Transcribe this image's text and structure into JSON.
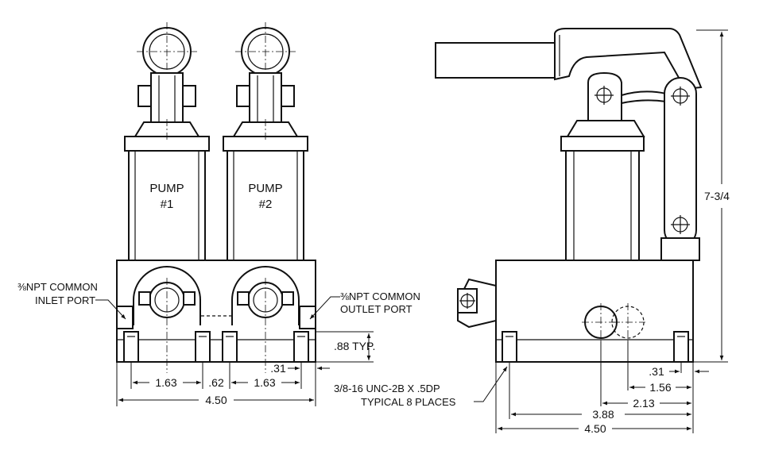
{
  "left_view": {
    "pump1_label_line1": "PUMP",
    "pump1_label_line2": "#1",
    "pump2_label_line1": "PUMP",
    "pump2_label_line2": "#2",
    "inlet_label_line1": "⅜NPT COMMON",
    "inlet_label_line2": "INLET PORT",
    "outlet_label_line1": "⅜NPT COMMON",
    "outlet_label_line2": "OUTLET PORT",
    "dim_88": ".88 TYP.",
    "dim_163_left": "1.63",
    "dim_62": ".62",
    "dim_163_right": "1.63",
    "dim_31": ".31",
    "dim_450": "4.50"
  },
  "right_view": {
    "dim_height": "7-3/4",
    "dim_31": ".31",
    "dim_156": "1.56",
    "dim_213": "2.13",
    "dim_388": "3.88",
    "dim_450": "4.50",
    "tap_label_line1": "3/8-16 UNC-2B X .5DP",
    "tap_label_line2": "TYPICAL 8 PLACES"
  }
}
